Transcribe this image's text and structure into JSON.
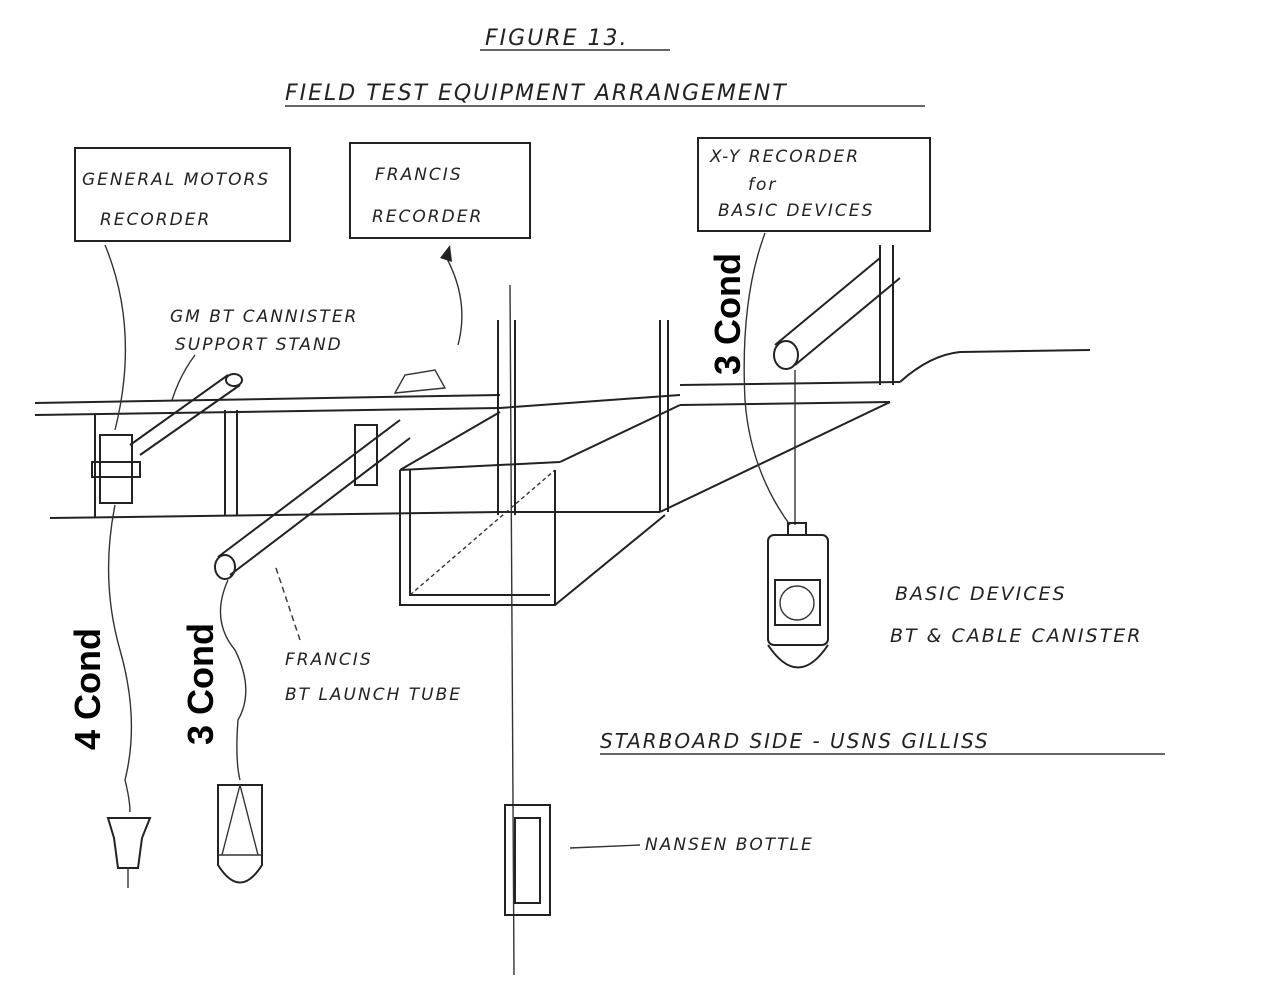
{
  "figure": {
    "number": "FIGURE 13.",
    "title": "FIELD TEST EQUIPMENT ARRANGEMENT"
  },
  "boxes": {
    "gm_recorder": [
      "GENERAL MOTORS",
      "RECORDER"
    ],
    "francis_recorder": [
      "FRANCIS",
      "RECORDER"
    ],
    "xy_recorder": [
      "X-Y RECORDER",
      "for",
      "BASIC DEVICES"
    ]
  },
  "labels": {
    "gm_stand": [
      "GM BT CANNISTER",
      "SUPPORT STAND"
    ],
    "francis_tube": [
      "FRANCIS",
      "BT LAUNCH TUBE"
    ],
    "basic_canister": [
      "BASIC DEVICES",
      "BT & CABLE CANISTER"
    ],
    "ship": "STARBOARD SIDE - USNS GILLISS",
    "nansen": "NANSEN BOTTLE"
  },
  "cables": {
    "gm": "4 Cond",
    "francis": "3 Cond",
    "basic": "3 Cond"
  }
}
